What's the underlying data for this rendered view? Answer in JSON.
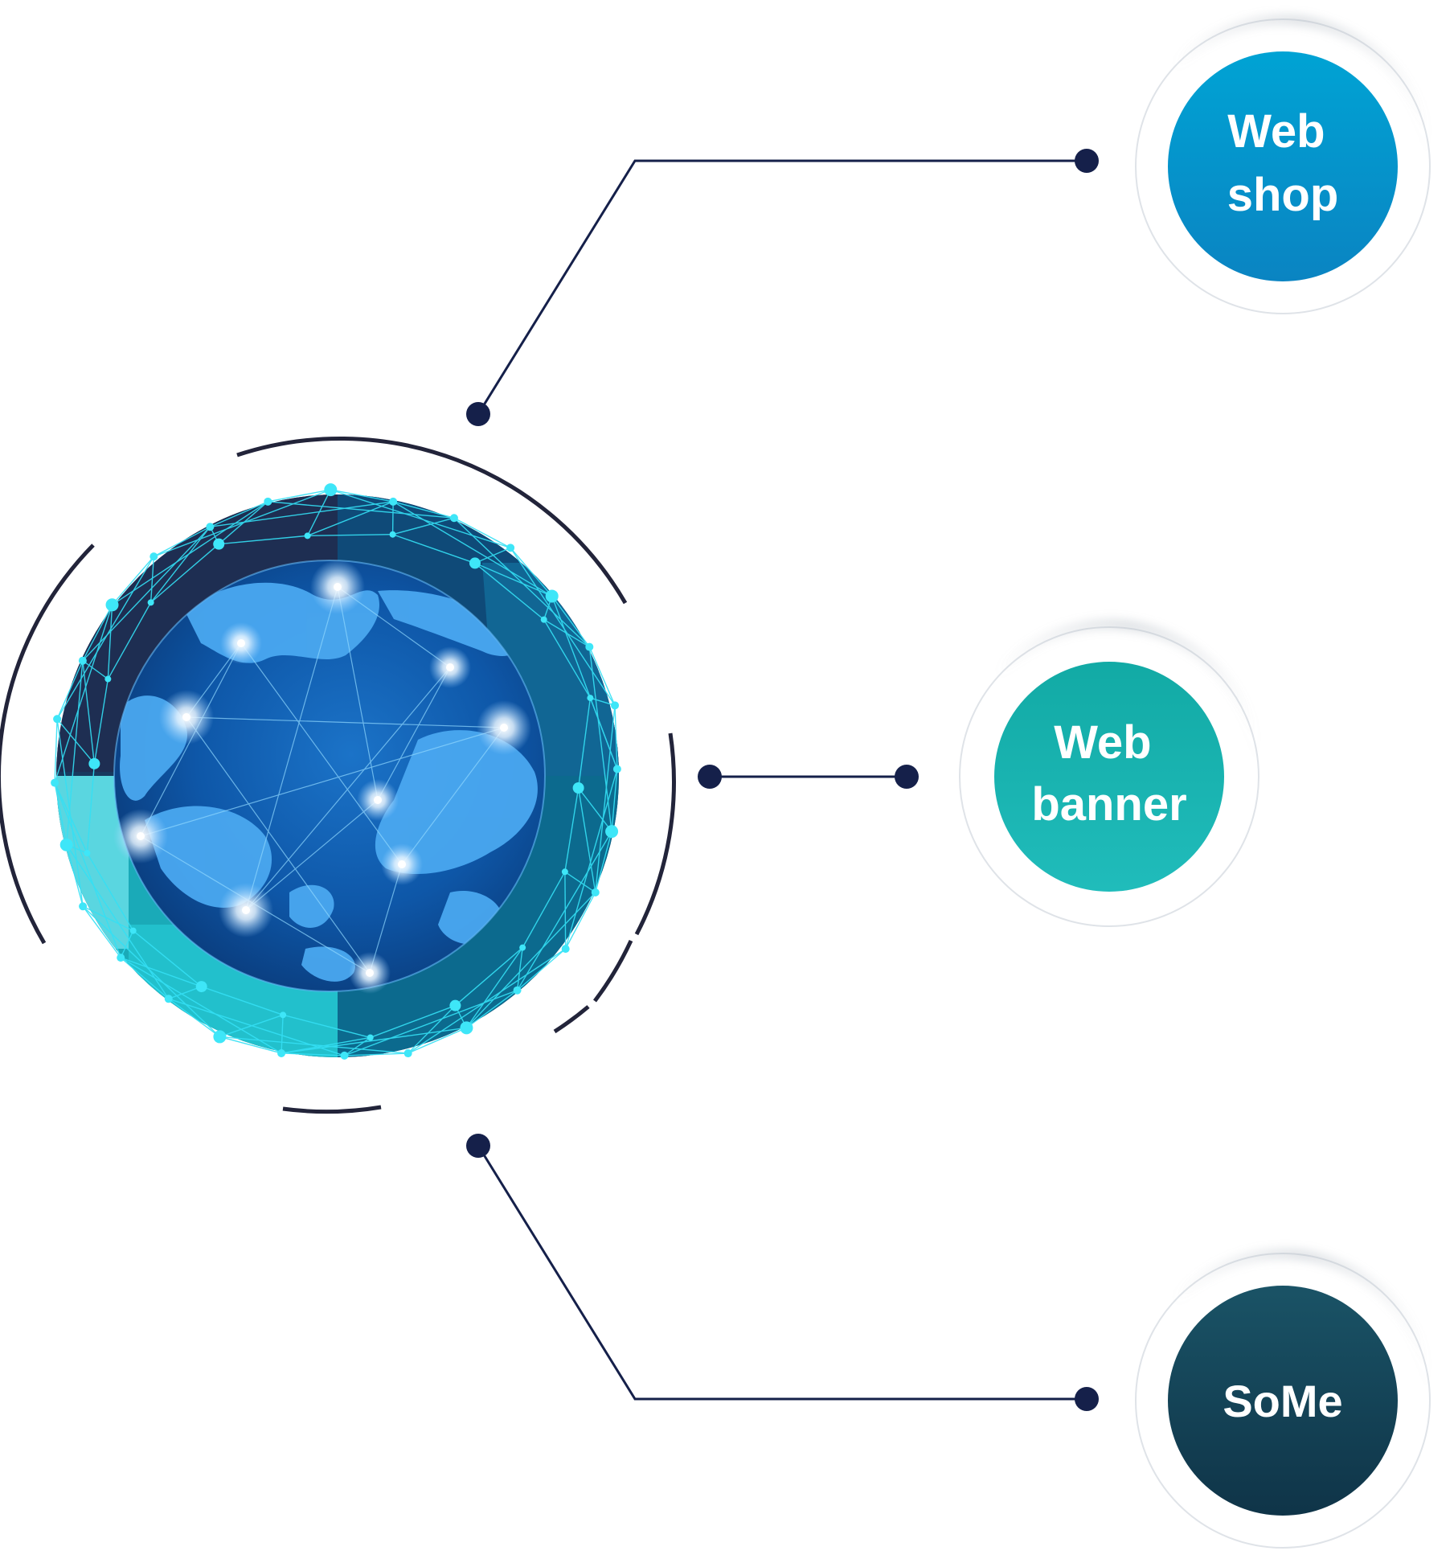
{
  "colors": {
    "connector": "#15204a",
    "ring_arcs": "#22243a",
    "globe_dark": "#0d3d7a",
    "globe_mid": "#1565c0",
    "globe_light": "#3aa0ee",
    "network": "#34e0f5",
    "disc_dark": "#17395e",
    "disc_teal": "#1aaab8",
    "disc_cyan": "#5ad6e0"
  },
  "nodes": {
    "web_shop": {
      "lines": [
        "Web",
        "shop"
      ],
      "color_top": "#00a3d4",
      "color_bottom": "#0a84c2"
    },
    "web_banner": {
      "lines": [
        "Web",
        "banner"
      ],
      "color_top": "#12aaa5",
      "color_bottom": "#20bcbb"
    },
    "some": {
      "lines": [
        "SoMe"
      ],
      "color_top": "#1a5366",
      "color_bottom": "#0f3448"
    }
  },
  "globe": {
    "icon": "network-globe-icon"
  }
}
